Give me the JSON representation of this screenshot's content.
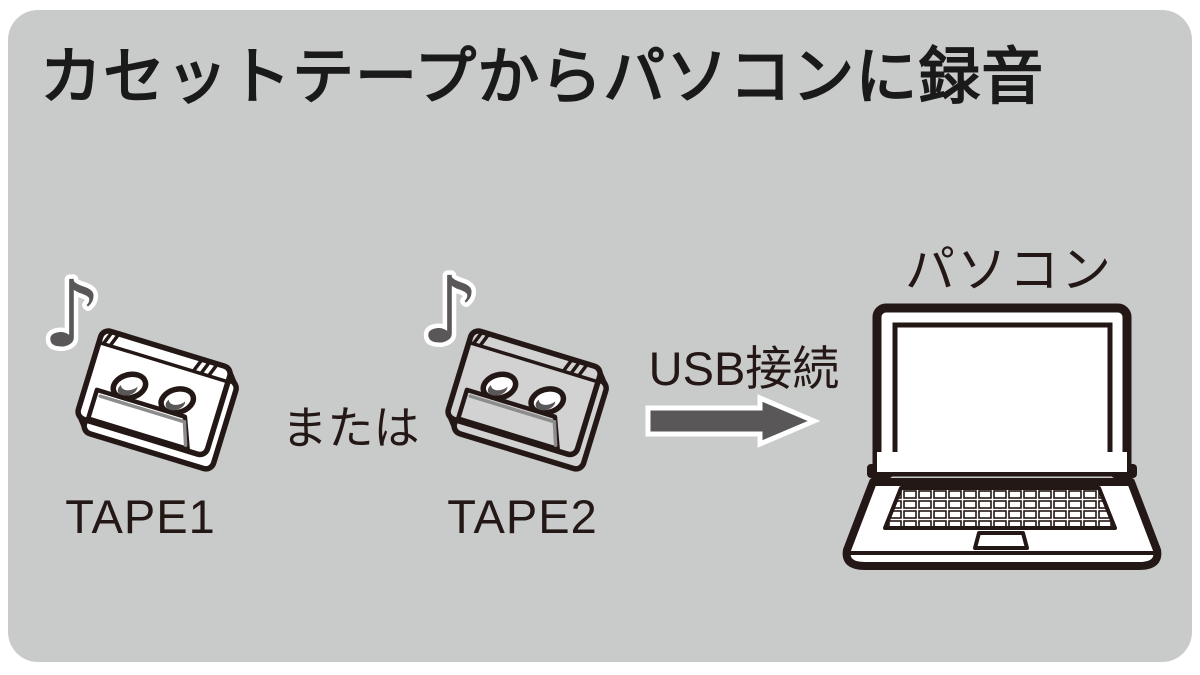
{
  "colors": {
    "page_bg": "#ffffff",
    "panel_bg": "#c9caca",
    "ink": "#231815",
    "title_ink": "#1a1a1a",
    "dark_gray": "#595757",
    "tape2_body": "#d3d2d2",
    "shade_gray": "#8d8c8c",
    "white": "#ffffff"
  },
  "title": "カセットテープからパソコンに録音",
  "diagram": {
    "tape1_label": "TAPE1",
    "tape2_label": "TAPE2",
    "or_label": "または",
    "usb_label": "USB接続",
    "pc_label": "パソコン",
    "music_note": "♪"
  }
}
